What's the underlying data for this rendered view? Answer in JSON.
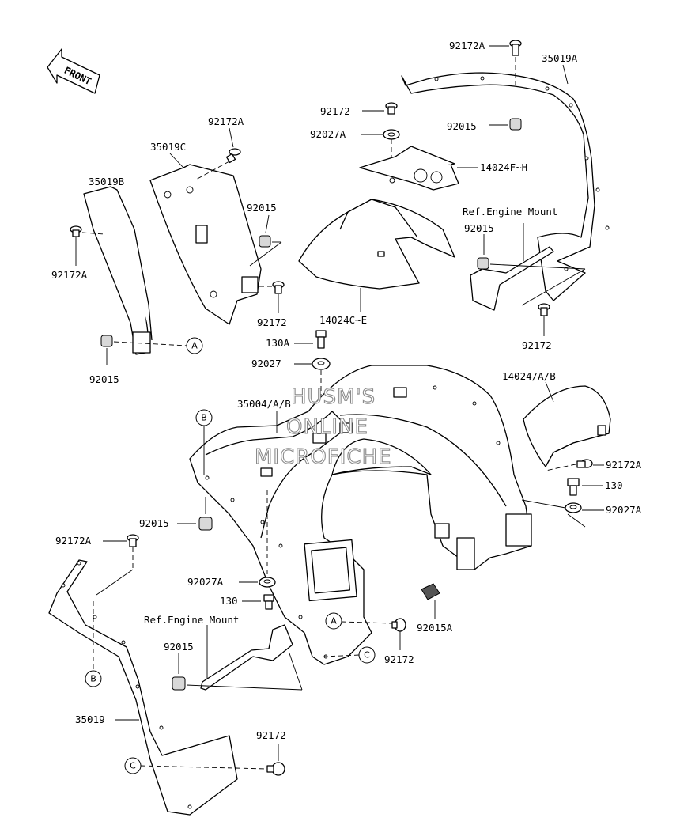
{
  "orientation": {
    "label": "FRONT"
  },
  "labels": {
    "p92172A_top": "92172A",
    "p35019A": "35019A",
    "p92172_mid": "92172",
    "p92027A_top": "92027A",
    "p92015_right": "92015",
    "p14024FH": "14024F~H",
    "ref_engine_mount_top": "Ref.Engine Mount",
    "p92015_engine_top": "92015",
    "p92172_rightlow": "92172",
    "p92172A_left": "92172A",
    "p35019C": "35019C",
    "p35019B": "35019B",
    "p92015_center": "92015",
    "p92172A_left2": "92172A",
    "p92172_center": "92172",
    "p14024CE": "14024C~E",
    "p92015_left": "92015",
    "p130A": "130A",
    "p92027": "92027",
    "p35004AB": "35004/A/B",
    "p14024AB": "14024/A/B",
    "p92172A_right": "92172A",
    "p130_right": "130",
    "p92027A_right": "92027A",
    "p92015_lowleft": "92015",
    "p92172A_lowleft": "92172A",
    "p92027A_low": "92027A",
    "p130_low": "130",
    "ref_engine_mount_low": "Ref.Engine Mount",
    "p92015_low": "92015",
    "p92015A": "92015A",
    "p92172_low": "92172",
    "p35019": "35019",
    "p92172_bottom": "92172"
  },
  "callouts": {
    "A": "A",
    "B": "B",
    "C": "C"
  },
  "watermark": {
    "line1": "HUSM'S",
    "line2": "ONLINE",
    "line3": "MICROFICHE"
  }
}
